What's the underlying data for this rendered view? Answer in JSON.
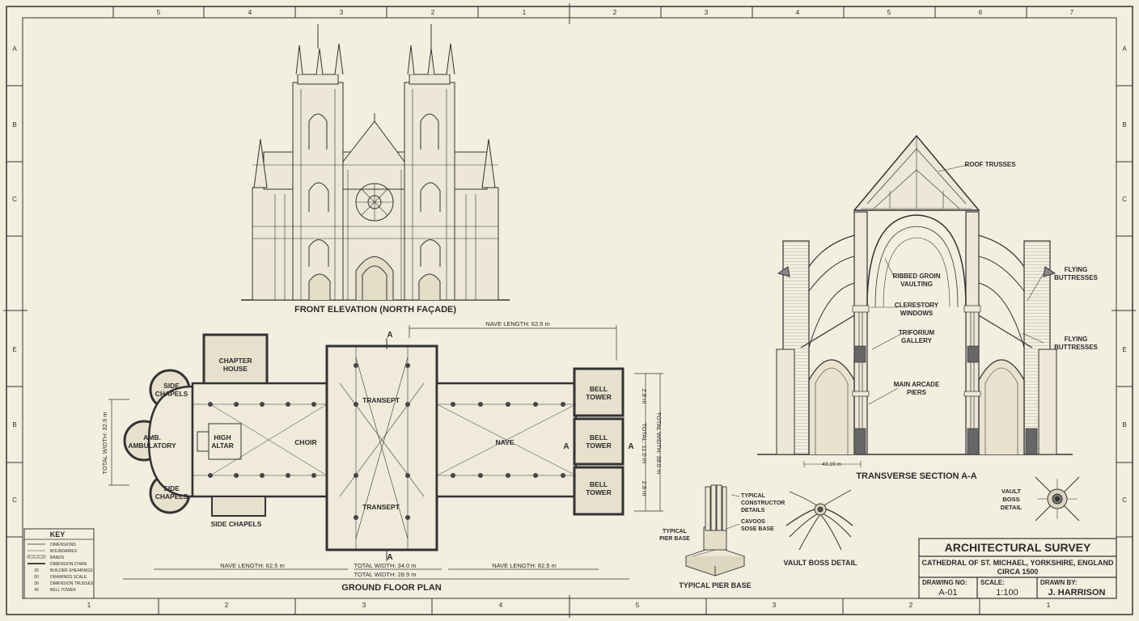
{
  "grid": {
    "top": [
      "5",
      "4",
      "3",
      "2",
      "1",
      "2",
      "3",
      "4",
      "5",
      "6",
      "7"
    ],
    "bottom": [
      "1",
      "2",
      "3",
      "4",
      "5",
      "3",
      "2",
      "1"
    ],
    "left": [
      "A",
      "B",
      "C",
      "",
      "E",
      "B",
      "C"
    ],
    "right": [
      "A",
      "B",
      "C",
      "",
      "E",
      "B",
      "C"
    ]
  },
  "elevation": {
    "caption": "FRONT ELEVATION (NORTH FAÇADE)"
  },
  "plan": {
    "caption": "GROUND FLOOR PLAN",
    "rooms": {
      "chapter_house": [
        "CHAPTER",
        "HOUSE"
      ],
      "side_chapels_n": [
        "SIDE",
        "CHAPELS"
      ],
      "ambulatory": [
        "AMB.",
        "AMBULATORY"
      ],
      "side_chapels_s": [
        "SIDE",
        "CHAPELS"
      ],
      "side_chapels_bottom": "SIDE CHAPELS",
      "high_altar": [
        "HIGH",
        "ALTAR"
      ],
      "choir": "CHOIR",
      "transept_n": "TRANSEPT",
      "transept_s": "TRANSEPT",
      "nave": "NAVE",
      "bell_tower_1": [
        "BELL",
        "TOWER"
      ],
      "bell_tower_2": [
        "BELL",
        "TOWER"
      ],
      "bell_tower_3": [
        "BELL",
        "TOWER"
      ]
    },
    "section_marker": "A",
    "dims": {
      "nave_top": "NAVE LENGTH: 62.5 m",
      "nave_bottom_left": "NAVE LENGTH: 62.5 m",
      "nave_bottom_right": "NAVE LENGTH: 82.5 m",
      "total_width_1": "TOTAL WIDTH: 34.0 m",
      "total_width_2": "TOTAL WIDTH: 28.9 m",
      "left_vertical": "TOTAL WIDTH: 32.9 m",
      "right_vertical": "TOTAL WIDTH: 38.0 m",
      "right_small_1": "2.8 m",
      "right_small_2": "2.8 m",
      "right_small_3": "TOTAL: 11.0 m"
    }
  },
  "key": {
    "title": "KEY",
    "items": [
      {
        "sym": "",
        "text": "DIMENSIONS"
      },
      {
        "sym": "",
        "text": "BOUNDARIES"
      },
      {
        "sym": "",
        "text": "BANDS"
      },
      {
        "sym": "",
        "text": "DIMENSION CHAIN"
      },
      {
        "sym": "20",
        "text": "BUILDER SHEARINGS"
      },
      {
        "sym": "50",
        "text": "DRAWINGS SCALE"
      },
      {
        "sym": "30",
        "text": "DIMENSION TRUSSES"
      },
      {
        "sym": "40",
        "text": "BELL TOWER"
      }
    ]
  },
  "section": {
    "caption": "TRANSVERSE SECTION A-A",
    "labels": {
      "roof": "ROOF TRUSSES",
      "rib1": "RIBBED GROIN",
      "rib2": "VAULTING",
      "cle1": "CLERESTORY",
      "cle2": "WINDOWS",
      "tri1": "TRIFORIUM",
      "tri2": "GALLERY",
      "arc1": "MAIN ARCADE",
      "arc2": "PIERS",
      "fly1a": "FLYING",
      "fly1b": "BUTTRESSES",
      "fly2a": "FLYING",
      "fly2b": "BUTTRESSES"
    },
    "dim": "43.19 m"
  },
  "details": {
    "pier_caption": "TYPICAL PIER BASE",
    "pier_label": [
      "TYPICAL",
      "PIER BASE"
    ],
    "connector": [
      "TYPICAL",
      "CONSTRUCTOR",
      "DETAILS"
    ],
    "cavo": [
      "CAVOOS",
      "SOSE BASE"
    ],
    "vault_caption": "VAULT BOSS DETAIL",
    "boss_label": [
      "VAULT",
      "BOSS",
      "DETAIL"
    ]
  },
  "title_block": {
    "title": "ARCHITECTURAL SURVEY",
    "subtitle": "CATHEDRAL OF ST. MICHAEL, YORKSHIRE, ENGLAND",
    "date": "CIRCA 1500",
    "drawing_no_label": "DRAWING NO:",
    "drawing_no": "A-01",
    "scale_label": "SCALE:",
    "scale": "1:100",
    "drawn_by_label": "DRAWN BY:",
    "drawn_by": "J. HARRISON"
  }
}
